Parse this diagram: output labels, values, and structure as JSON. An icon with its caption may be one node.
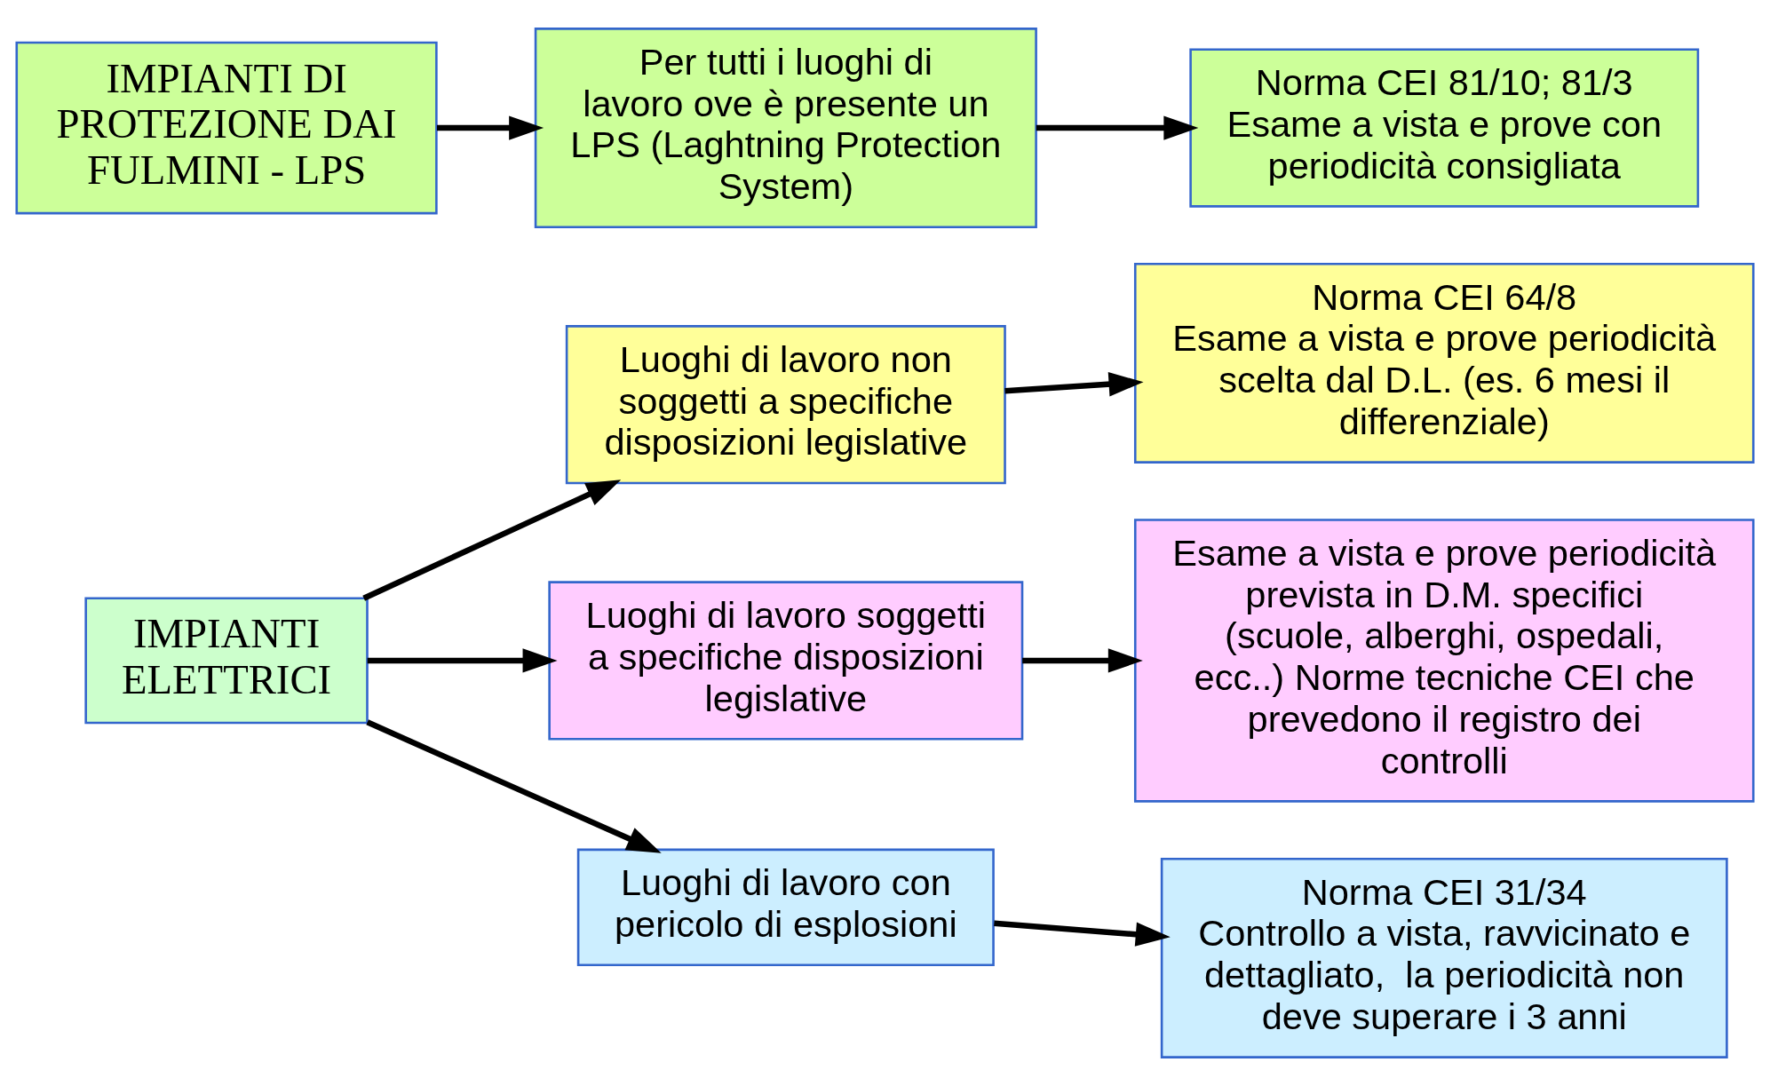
{
  "diagram": {
    "nodes": [
      {
        "text": [
          "IMPIANTI ELETTRICI"
        ]
      },
      {
        "text": [
          "Luoghi di lavoro non soggetti a specifiche disposizioni legislative"
        ]
      },
      {
        "text": [
          "Norma CEI 64/8",
          "Esame a vista e prove periodicità scelta dal D.L. (es. 6 mesi il differenziale)"
        ]
      },
      {
        "text": [
          "Luoghi di lavoro soggetti a specifiche disposizioni legislative"
        ]
      },
      {
        "text": [
          "Esame a vista e prove periodicità prevista in D.M. specifici (scuole, alberghi, ospedali, ecc..) Norme tecniche CEI che prevedono il registro dei controlli"
        ]
      },
      {
        "text": [
          "Luoghi di lavoro con pericolo di esplosioni"
        ]
      },
      {
        "text": [
          "Norma CEI 31/34",
          "Controllo a vista, ravvicinato e dettagliato,  la periodicità non deve superare i 3 anni"
        ]
      },
      {
        "text": [
          "IMPIANTI DI PROTEZIONE DAI FULMINI - LPS"
        ]
      },
      {
        "text": [
          "Per tutti i luoghi di lavoro ove è presente un LPS (Laghtning Protection System)"
        ]
      },
      {
        "text": [
          "Norma CEI 81/10; 81/3",
          "Esame a vista e prove con periodicità consigliata"
        ]
      }
    ],
    "edges": [
      {
        "from": 0,
        "to": 1,
        "arrow": "to"
      },
      {
        "from": 0,
        "to": 3,
        "arrow": "to"
      },
      {
        "from": 0,
        "to": 5,
        "arrow": "to"
      },
      {
        "from": 1,
        "to": 2,
        "arrow": "to"
      },
      {
        "from": 3,
        "to": 4,
        "arrow": "to"
      },
      {
        "from": 5,
        "to": 6,
        "arrow": "to"
      },
      {
        "from": 7,
        "to": 8,
        "arrow": "to"
      },
      {
        "from": 8,
        "to": 9,
        "arrow": "to"
      }
    ]
  }
}
